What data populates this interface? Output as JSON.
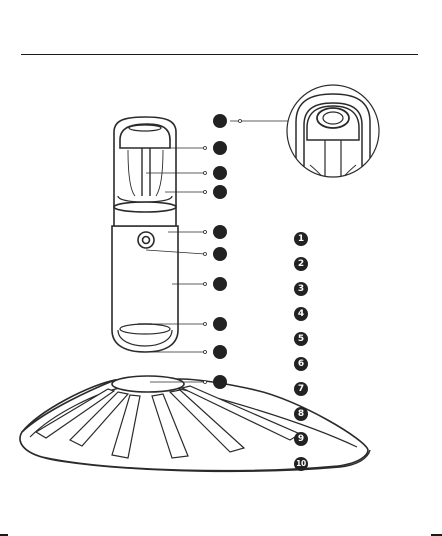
{
  "legend": {
    "items": [
      {
        "number": "1"
      },
      {
        "number": "2"
      },
      {
        "number": "3"
      },
      {
        "number": "4"
      },
      {
        "number": "5"
      },
      {
        "number": "6"
      },
      {
        "number": "7"
      },
      {
        "number": "8"
      },
      {
        "number": "9"
      },
      {
        "number": "10"
      }
    ]
  },
  "colors": {
    "line": "#2a2a2a",
    "callout_marker": "#222222",
    "fill_light": "#f4f4f4",
    "background": "#ffffff"
  },
  "icons": {
    "product": "desk-lamp-illustration",
    "detail": "top-cap-detail-magnifier"
  }
}
